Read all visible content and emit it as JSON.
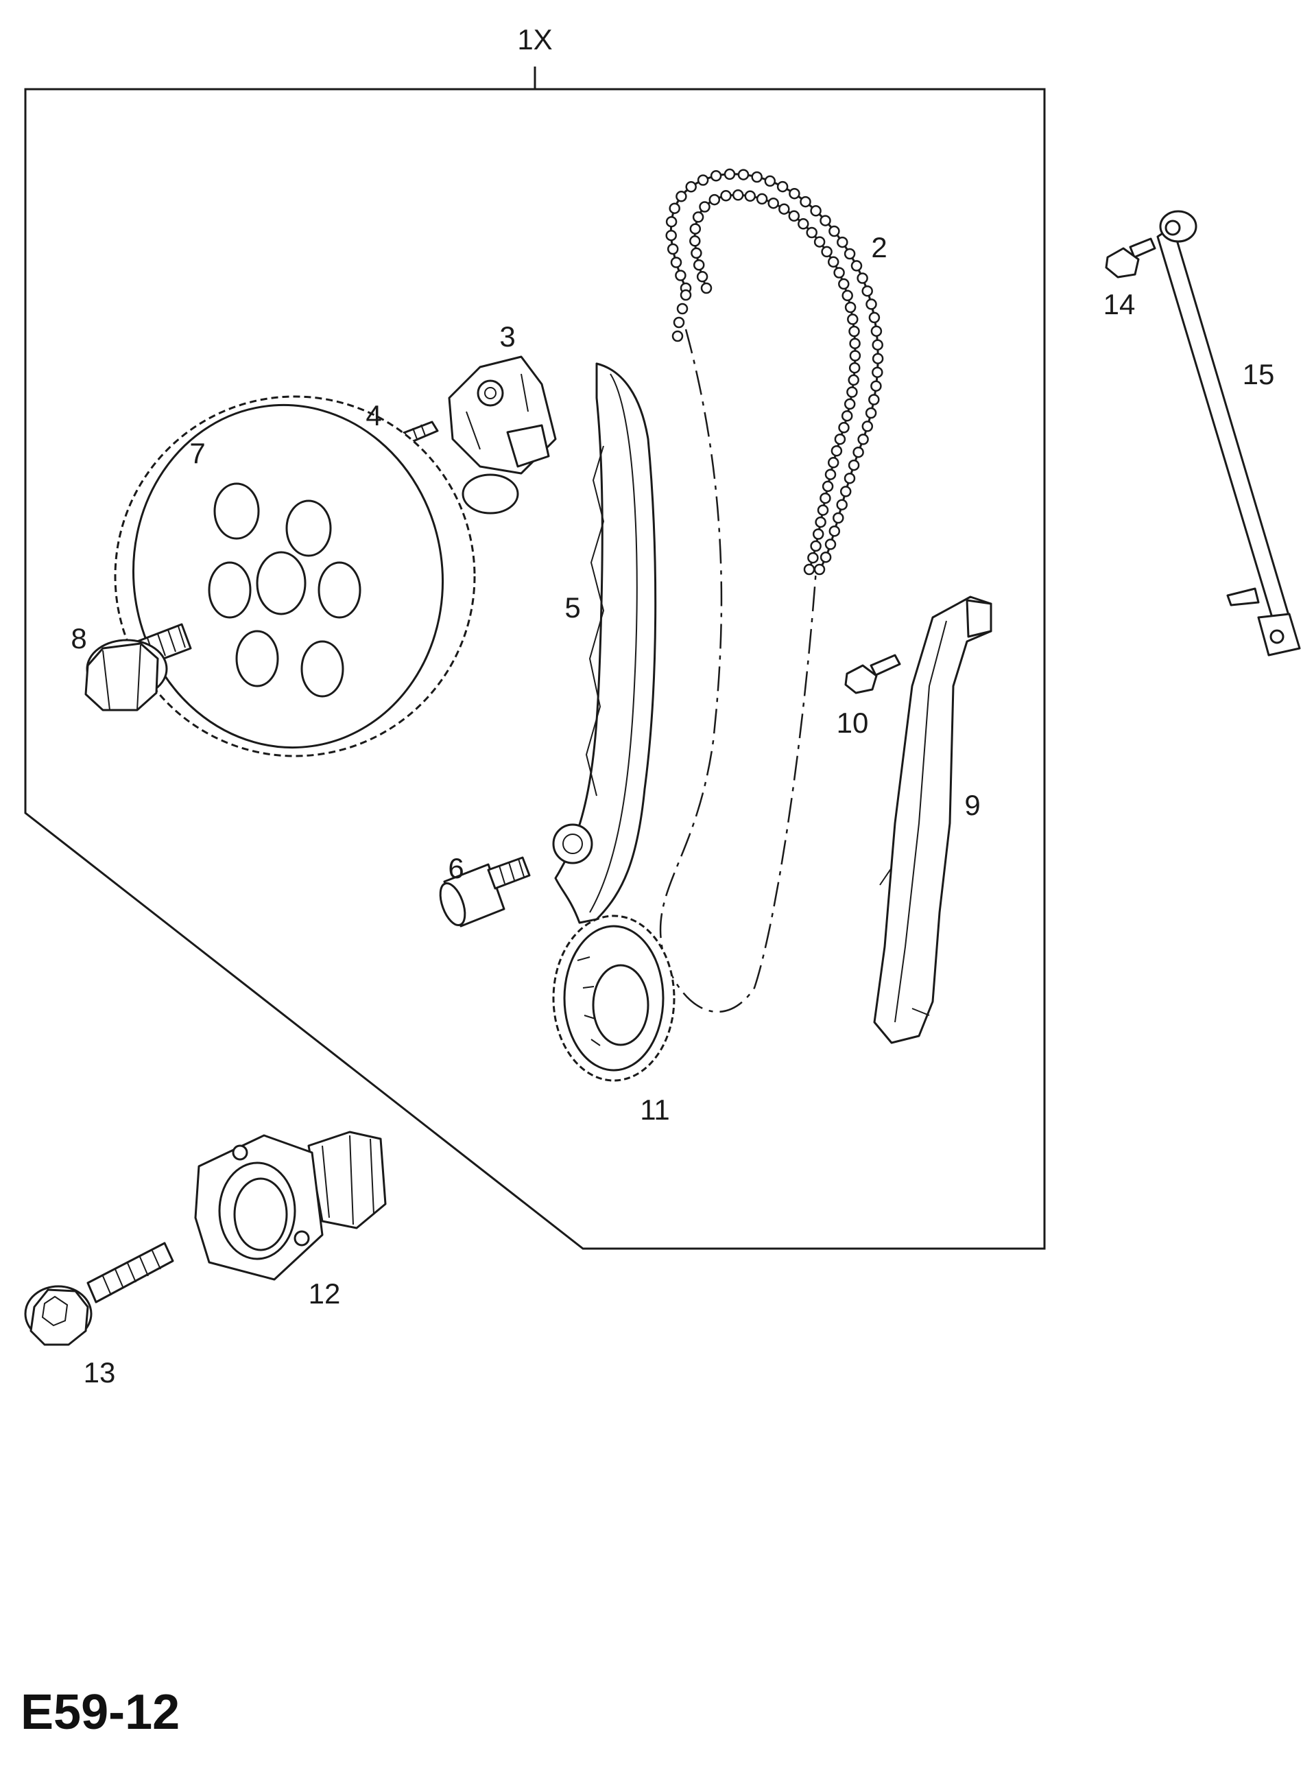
{
  "diagram": {
    "assembly_label": "1X",
    "page_code": "E59-12",
    "callouts": [
      {
        "id": "2",
        "label": "2"
      },
      {
        "id": "3",
        "label": "3"
      },
      {
        "id": "4",
        "label": "4"
      },
      {
        "id": "5",
        "label": "5"
      },
      {
        "id": "6",
        "label": "6"
      },
      {
        "id": "7",
        "label": "7"
      },
      {
        "id": "8",
        "label": "8"
      },
      {
        "id": "9",
        "label": "9"
      },
      {
        "id": "10",
        "label": "10"
      },
      {
        "id": "11",
        "label": "11"
      },
      {
        "id": "12",
        "label": "12"
      },
      {
        "id": "13",
        "label": "13"
      },
      {
        "id": "14",
        "label": "14"
      },
      {
        "id": "15",
        "label": "15"
      }
    ],
    "colors": {
      "line": "#1a1a1a",
      "background": "#ffffff"
    }
  }
}
